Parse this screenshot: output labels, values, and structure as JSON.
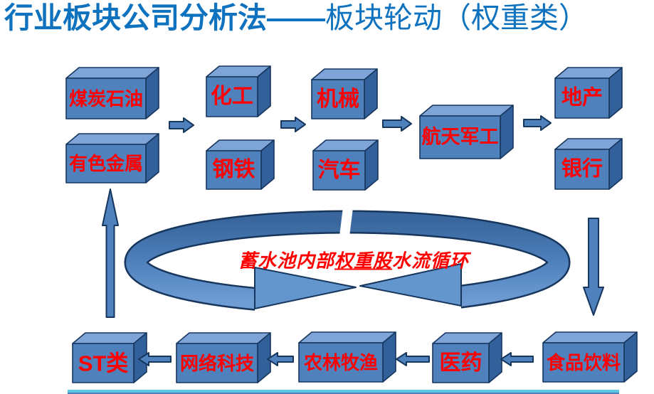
{
  "title": {
    "bold_part": "行业板块公司分析法——",
    "light_part": "板块轮动（权重类）"
  },
  "diagram": {
    "boxes": [
      {
        "id": "coal-oil",
        "label": "煤炭石油"
      },
      {
        "id": "nonferrous-metals",
        "label": "有色金属"
      },
      {
        "id": "chemical",
        "label": "化工"
      },
      {
        "id": "steel",
        "label": "钢铁"
      },
      {
        "id": "machinery",
        "label": "机械"
      },
      {
        "id": "automobile",
        "label": "汽车"
      },
      {
        "id": "aerospace-military",
        "label": "航天军工"
      },
      {
        "id": "real-estate",
        "label": "地产"
      },
      {
        "id": "bank",
        "label": "银行"
      },
      {
        "id": "st-class",
        "label": "ST类"
      },
      {
        "id": "internet-tech",
        "label": "网络科技"
      },
      {
        "id": "agriculture-fishery",
        "label": "农林牧渔"
      },
      {
        "id": "medicine",
        "label": "医药"
      },
      {
        "id": "food-beverage",
        "label": "食品饮料"
      }
    ],
    "ring_label": {
      "prefix": "蓄水池内部",
      "underlined": "权重股",
      "suffix": "水流循环"
    }
  },
  "colors": {
    "title_blue": "#0F72BF",
    "box_front": "#4F81BD",
    "box_top": "#7FA5D8",
    "box_side": "#31609B",
    "box_outline": "#17365D",
    "arrow_fill": "#4F81BD",
    "ring_dark": "#39679D",
    "ring_mid": "#4F81BD",
    "ring_light": "#6F9DD3",
    "ring_arrow_fill": "#6496CE",
    "label_red": "#FF0000",
    "divider_cyan": "#5EC6E3",
    "divider_blue": "#4F81BD"
  }
}
